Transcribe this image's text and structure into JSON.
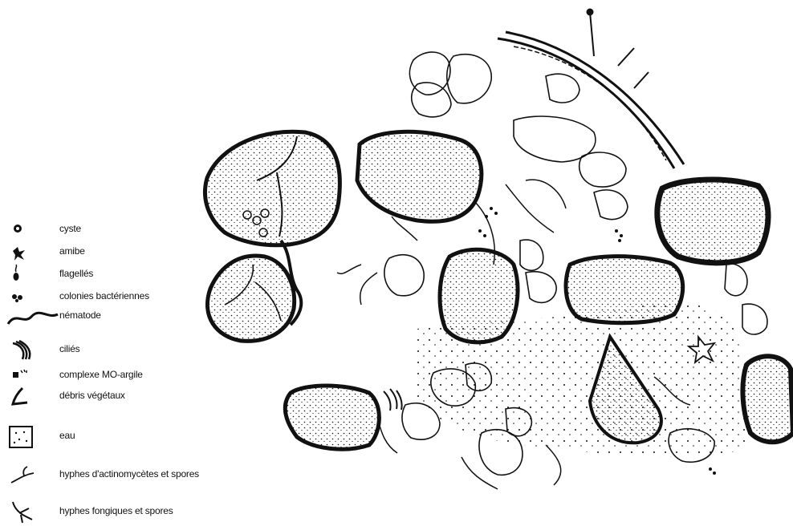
{
  "diagram": {
    "legend": [
      {
        "id": "cyst",
        "label": "cyste",
        "icon": "cyst-icon"
      },
      {
        "id": "amoeba",
        "label": "amibe",
        "icon": "amoeba-icon"
      },
      {
        "id": "flagellates",
        "label": "flagellés",
        "icon": "flagellate-icon"
      },
      {
        "id": "bacterial-colonies",
        "label": "colonies bactériennes",
        "icon": "bacterial-colony-icon"
      },
      {
        "id": "nematode",
        "label": "nématode",
        "icon": "nematode-icon"
      },
      {
        "id": "ciliates",
        "label": "ciliés",
        "icon": "ciliate-icon"
      },
      {
        "id": "om-clay-complex",
        "label": "complexe MO-argile",
        "icon": "clay-complex-icon"
      },
      {
        "id": "plant-debris",
        "label": "débris végétaux",
        "icon": "plant-debris-icon"
      },
      {
        "id": "water",
        "label": "eau",
        "icon": "water-icon"
      },
      {
        "id": "actinomycete-hyphae",
        "label": "hyphes d'actinomycètes et spores",
        "icon": "actinomycete-hypha-icon"
      },
      {
        "id": "fungal-hyphae",
        "label": "hyphes fongiques et spores",
        "icon": "fungal-hypha-icon"
      }
    ],
    "colors": {
      "ink": "#111111",
      "paper": "#ffffff"
    }
  }
}
